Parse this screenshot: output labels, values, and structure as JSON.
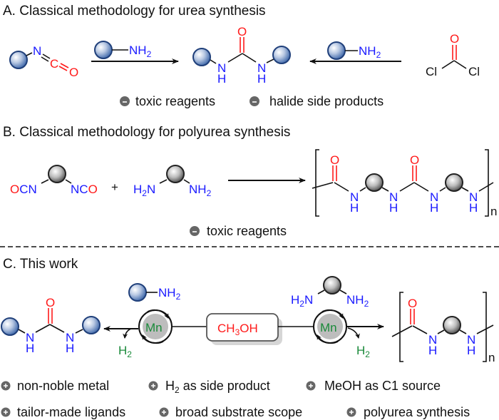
{
  "colors": {
    "nitrogen": "#1a1aff",
    "oxygen": "#ff1a1a",
    "metal_and_h2": "#1a8a3a",
    "bullet": "#666666",
    "blue_sphere": "#2a5aa0",
    "grey_sphere": "#555555",
    "mn_fill": "#bdbdbd"
  },
  "sectionA": {
    "title": "A. Classical methodology for urea synthesis",
    "isocyanate": {
      "N": "N",
      "C": "C",
      "O": "O"
    },
    "amine_reagent": {
      "label": "NH",
      "sub": "2"
    },
    "product": {
      "O": "O",
      "N1": "N",
      "H1": "H",
      "N2": "N",
      "H2": "H"
    },
    "phosgene": {
      "O": "O",
      "Cl1": "Cl",
      "Cl2": "Cl"
    },
    "drawbacks": [
      {
        "icon": "minus",
        "label": "toxic reagents"
      },
      {
        "icon": "minus",
        "label": "halide side products"
      }
    ]
  },
  "sectionB": {
    "title": "B. Classical methodology for polyurea synthesis",
    "diisocyanate": {
      "left_O": "O",
      "left_CN": "CN",
      "right_NC": "NC",
      "right_O": "O"
    },
    "plus": "+",
    "diamine": {
      "left": "H",
      "left_sub": "2",
      "left_N": "N",
      "right": "NH",
      "right_sub": "2"
    },
    "polymer": {
      "O": "O",
      "N": "N",
      "H": "H",
      "n": "n"
    },
    "drawbacks": [
      {
        "icon": "minus",
        "label": "toxic reagents"
      }
    ]
  },
  "sectionC": {
    "title": "C. This work",
    "catalyst": "Mn",
    "methanol": {
      "pre": "CH",
      "sub": "3",
      "post": "OH"
    },
    "byproduct": {
      "label": "H",
      "sub": "2"
    },
    "amine_reagent": {
      "label": "NH",
      "sub": "2"
    },
    "diamine": {
      "left": "H",
      "left_sub": "2",
      "left_N": "N",
      "right": "NH",
      "right_sub": "2"
    },
    "urea_product": {
      "O": "O",
      "N": "N",
      "H": "H"
    },
    "polymer": {
      "O": "O",
      "N": "N",
      "H": "H",
      "n": "n"
    },
    "advantages_row1": [
      {
        "icon": "plus",
        "label": "non-noble metal"
      },
      {
        "icon": "plus",
        "label_pre": "H",
        "label_sub": "2",
        "label_post": " as side product"
      },
      {
        "icon": "plus",
        "label": "MeOH as C1 source"
      }
    ],
    "advantages_row2": [
      {
        "icon": "plus",
        "label": "tailor-made ligands"
      },
      {
        "icon": "plus",
        "label": "broad substrate scope"
      },
      {
        "icon": "plus",
        "label": "polyurea synthesis"
      }
    ]
  }
}
